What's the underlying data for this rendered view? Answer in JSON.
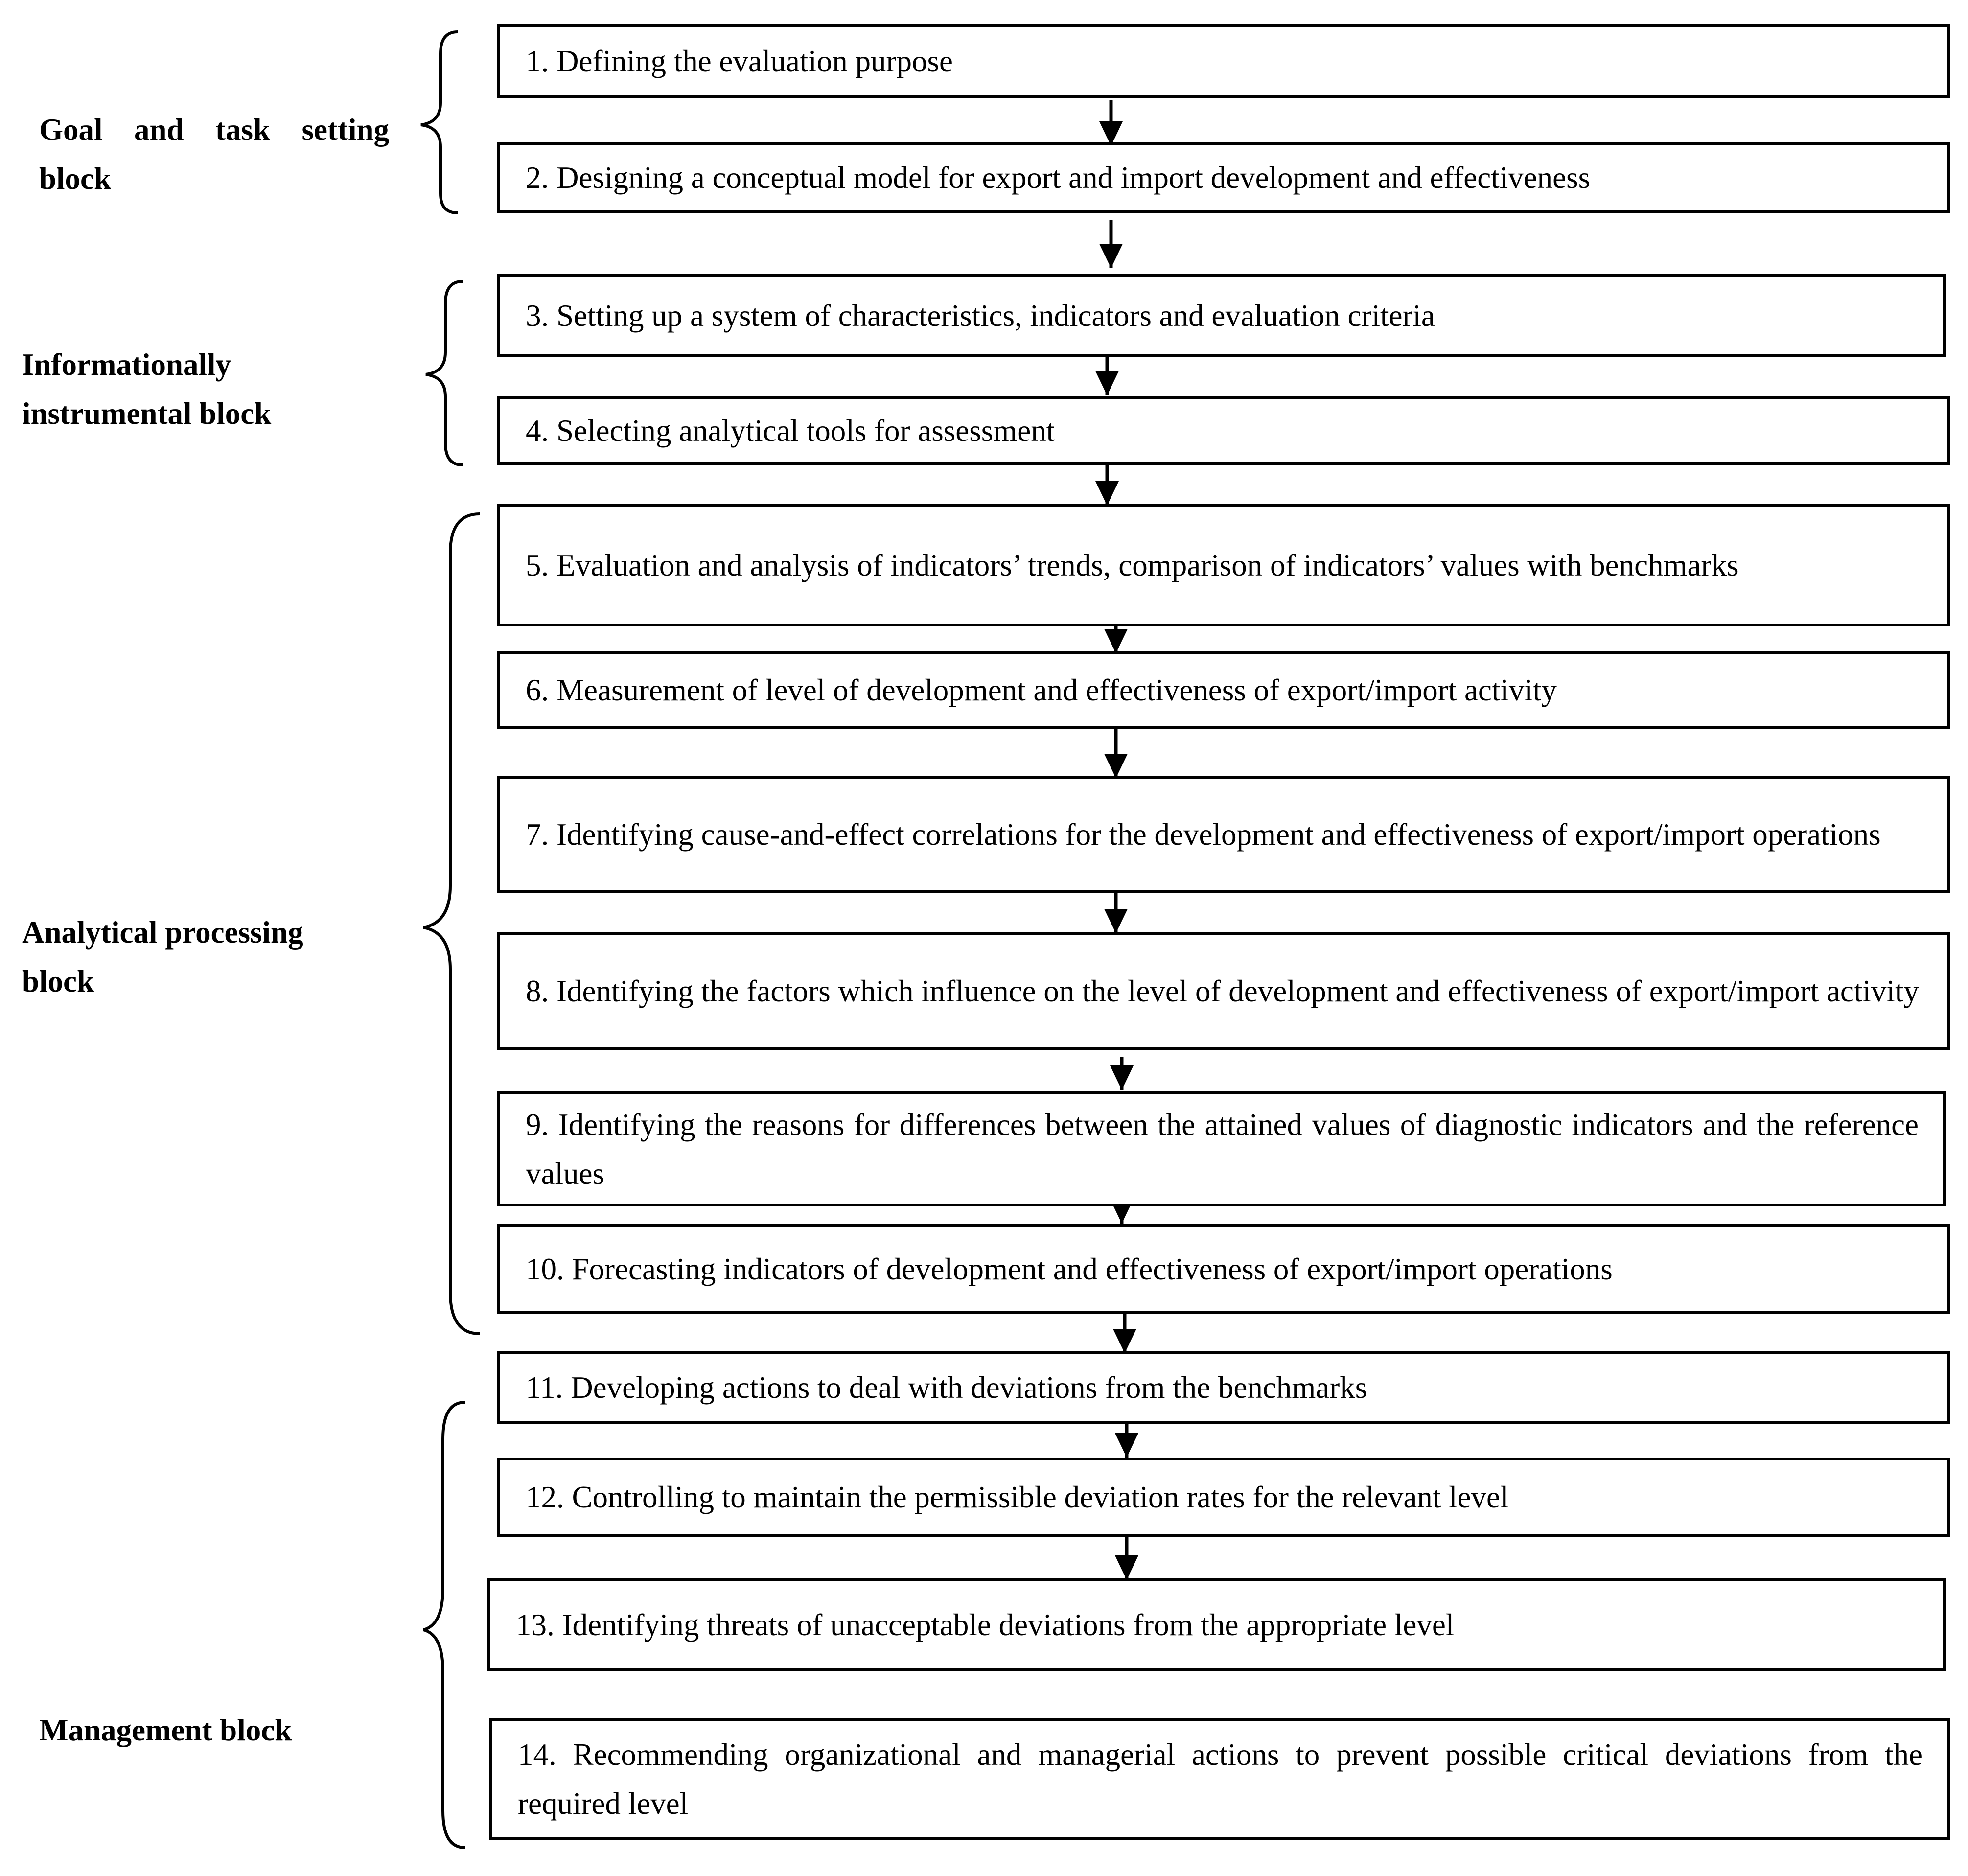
{
  "blocks": [
    {
      "id": "goal",
      "label": "Goal and task setting block"
    },
    {
      "id": "info",
      "label": "Informationally instrumental block"
    },
    {
      "id": "analytical",
      "label": "Analytical processing block"
    },
    {
      "id": "management",
      "label": "Management block"
    }
  ],
  "steps": [
    "1. Defining the evaluation purpose",
    "2. Designing a conceptual model for export and import development and effectiveness",
    "3. Setting up a system of characteristics, indicators and evaluation criteria",
    "4. Selecting analytical tools for assessment",
    "5. Evaluation and analysis of indicators’ trends, comparison of indicators’ values with benchmarks",
    "6. Measurement of level of development and effectiveness of export/import activity",
    "7. Identifying cause-and-effect correlations for the development and effectiveness of export/import operations",
    "8. Identifying the factors which influence on the level of development and effectiveness of export/import activity",
    "9. Identifying the reasons for differences between the attained values of diagnostic indicators and the reference values",
    "10. Forecasting indicators of development and effectiveness of export/import operations",
    "11. Developing actions to deal with deviations from the benchmarks",
    "12. Controlling to maintain the permissible deviation rates for the relevant level",
    "13. Identifying threats of unacceptable deviations from the appropriate level",
    "14. Recommending organizational and managerial actions to prevent possible critical deviations from the required level"
  ]
}
